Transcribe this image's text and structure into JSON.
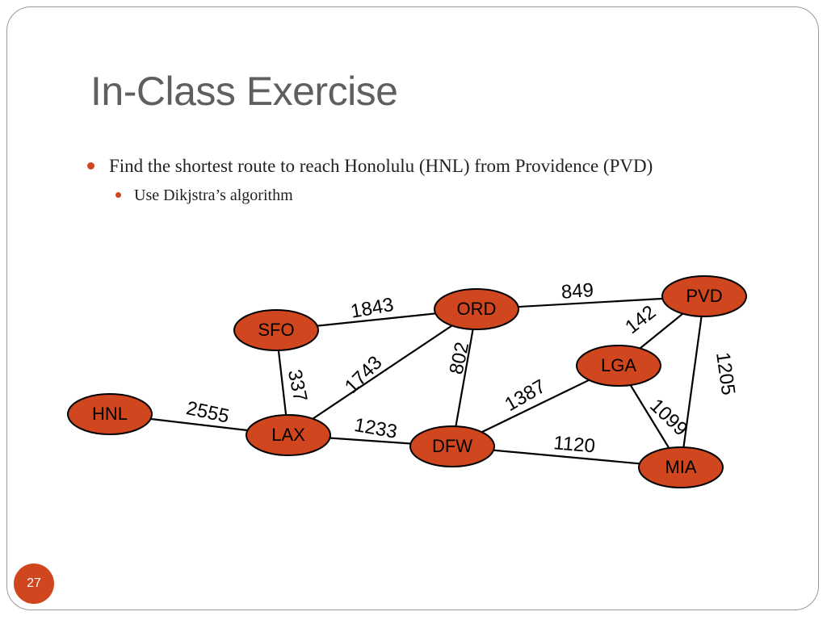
{
  "slide": {
    "title": "In-Class Exercise",
    "bullet_1": "Find the shortest route to reach Honolulu (HNL) from Providence (PVD)",
    "bullet_2": "Use Dikjstra’s algorithm",
    "page_number": "27"
  },
  "colors": {
    "accent": "#d0461e",
    "node_fill": "#d0461e",
    "node_stroke": "#000000",
    "edge": "#000000",
    "title": "#5f5f5f"
  },
  "graph": {
    "nodes": [
      {
        "id": "PVD",
        "label": "PVD"
      },
      {
        "id": "ORD",
        "label": "ORD"
      },
      {
        "id": "SFO",
        "label": "SFO"
      },
      {
        "id": "LGA",
        "label": "LGA"
      },
      {
        "id": "HNL",
        "label": "HNL"
      },
      {
        "id": "LAX",
        "label": "LAX"
      },
      {
        "id": "DFW",
        "label": "DFW"
      },
      {
        "id": "MIA",
        "label": "MIA"
      }
    ],
    "edges": [
      {
        "from": "SFO",
        "to": "ORD",
        "weight": "1843"
      },
      {
        "from": "ORD",
        "to": "PVD",
        "weight": "849"
      },
      {
        "from": "LGA",
        "to": "PVD",
        "weight": "142"
      },
      {
        "from": "SFO",
        "to": "LAX",
        "weight": "337"
      },
      {
        "from": "LAX",
        "to": "ORD",
        "weight": "1743"
      },
      {
        "from": "ORD",
        "to": "DFW",
        "weight": "802"
      },
      {
        "from": "PVD",
        "to": "MIA",
        "weight": "1205"
      },
      {
        "from": "DFW",
        "to": "LGA",
        "weight": "1387"
      },
      {
        "from": "LGA",
        "to": "MIA",
        "weight": "1099"
      },
      {
        "from": "HNL",
        "to": "LAX",
        "weight": "2555"
      },
      {
        "from": "LAX",
        "to": "DFW",
        "weight": "1233"
      },
      {
        "from": "DFW",
        "to": "MIA",
        "weight": "1120"
      }
    ]
  }
}
